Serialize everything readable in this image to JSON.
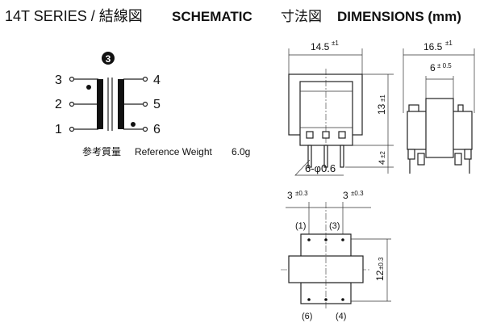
{
  "header": {
    "series_title": "14T SERIES / 結線図",
    "schematic_title": "SCHEMATIC",
    "dimensions_jp": "寸法図",
    "dimensions_title": "DIMENSIONS (mm)"
  },
  "schematic": {
    "badge": "3",
    "pins_left": [
      "3",
      "2",
      "1"
    ],
    "pins_right": [
      "4",
      "5",
      "6"
    ]
  },
  "weight": {
    "label_jp": "参考質量",
    "label": "Reference Weight",
    "value": "6.0g"
  },
  "dimensions": {
    "front_width": "14.5",
    "front_width_tol": "±1",
    "height": "13",
    "height_tol": "±1",
    "pin_length": "4",
    "pin_length_tol": "±2",
    "pin_spec": "6-φ0.6",
    "side_width": "16.5",
    "side_width_tol": "±1",
    "core_width": "6",
    "core_width_tol": "± 0.5",
    "pitch_left": "3",
    "pitch_left_tol": "±0.3",
    "pitch_right": "3",
    "pitch_right_tol": "±0.3",
    "row_spacing": "12",
    "row_spacing_tol": "±0.3",
    "pin_labels_top": [
      "(1)",
      "(3)"
    ],
    "pin_labels_bottom": [
      "(6)",
      "(4)"
    ]
  }
}
